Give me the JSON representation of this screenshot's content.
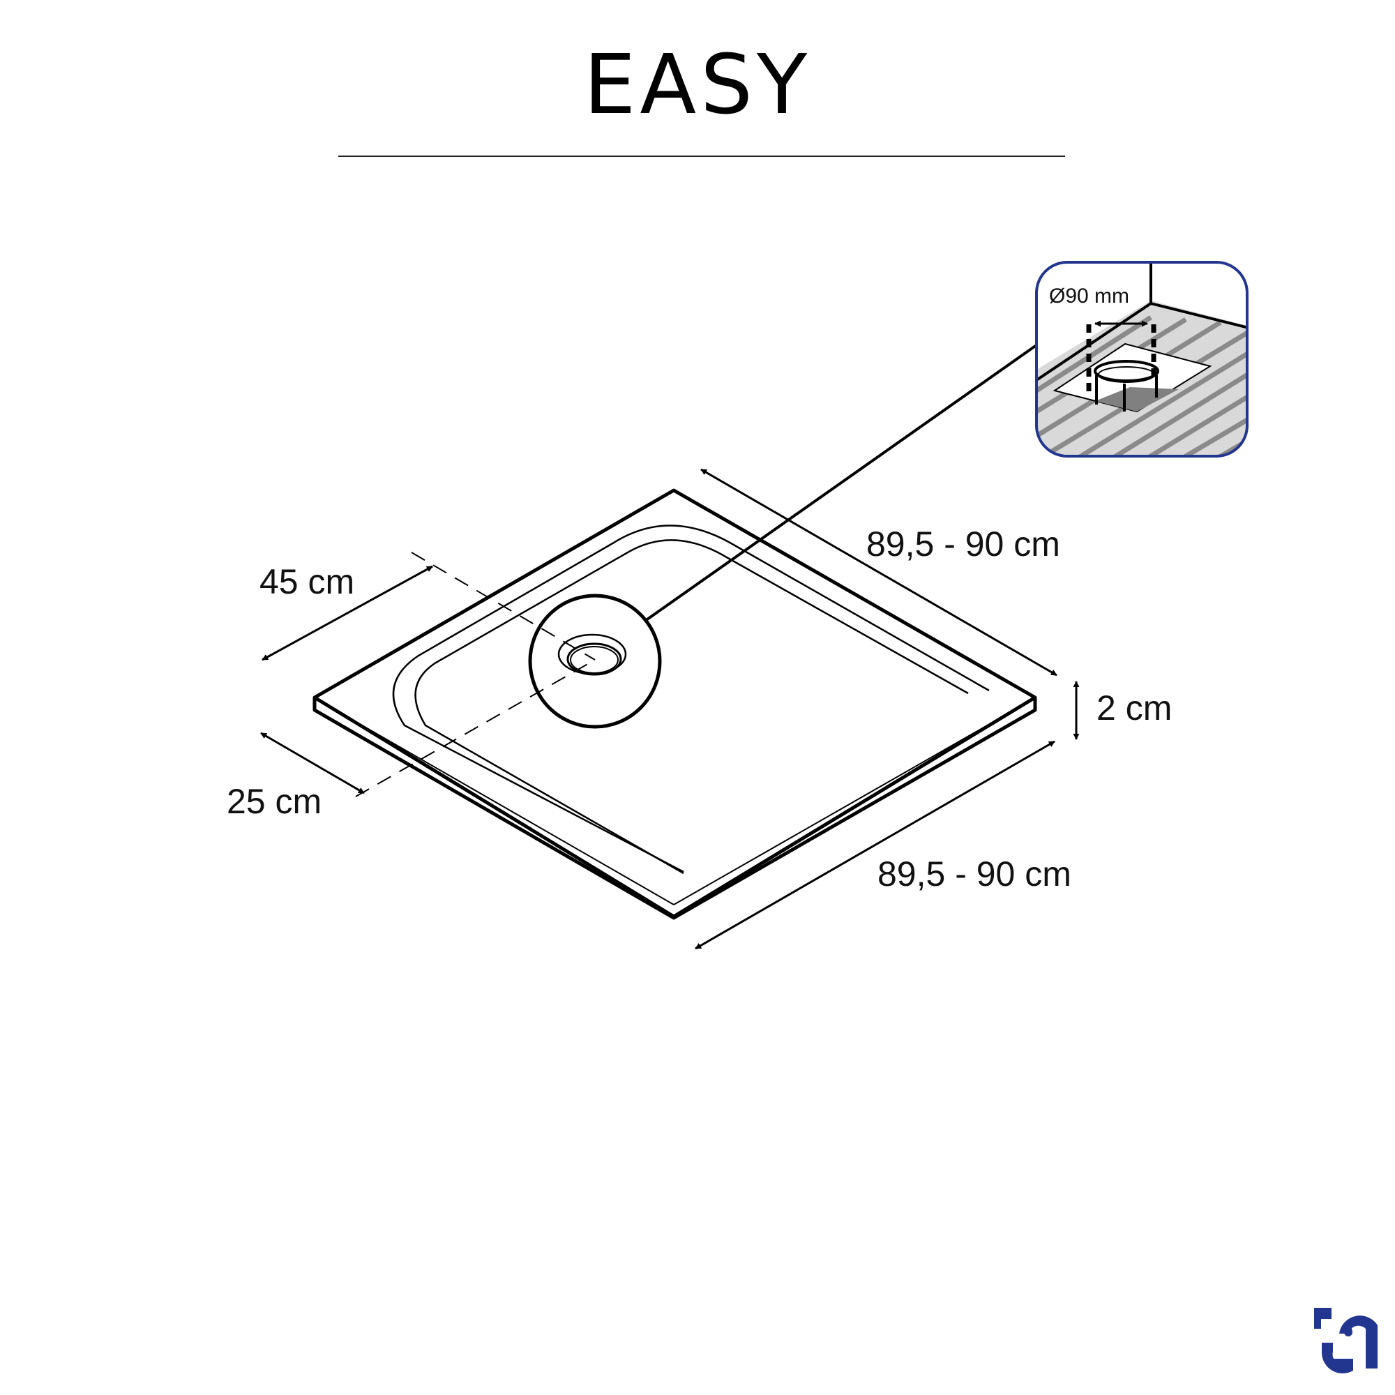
{
  "header": {
    "title": "EASY"
  },
  "diagram": {
    "subject": "square shower tray, isometric view",
    "dimensions": {
      "width_back": "89,5 - 90 cm",
      "width_front": "89,5 - 90 cm",
      "height": "2 cm",
      "drain_offset_long": "45 cm",
      "drain_offset_short": "25 cm"
    },
    "inset": {
      "label": "Ø90 mm",
      "description": "drain outlet detail"
    }
  },
  "brand": {
    "logo_icon": "brand-logo-icon",
    "color": "#22358f"
  },
  "colors": {
    "line": "#000000",
    "inset_border": "#22358f",
    "floor_fill": "#d9d9d9",
    "floor_stripes": "#8a8a8a",
    "pipe_shadow": "#808080"
  }
}
